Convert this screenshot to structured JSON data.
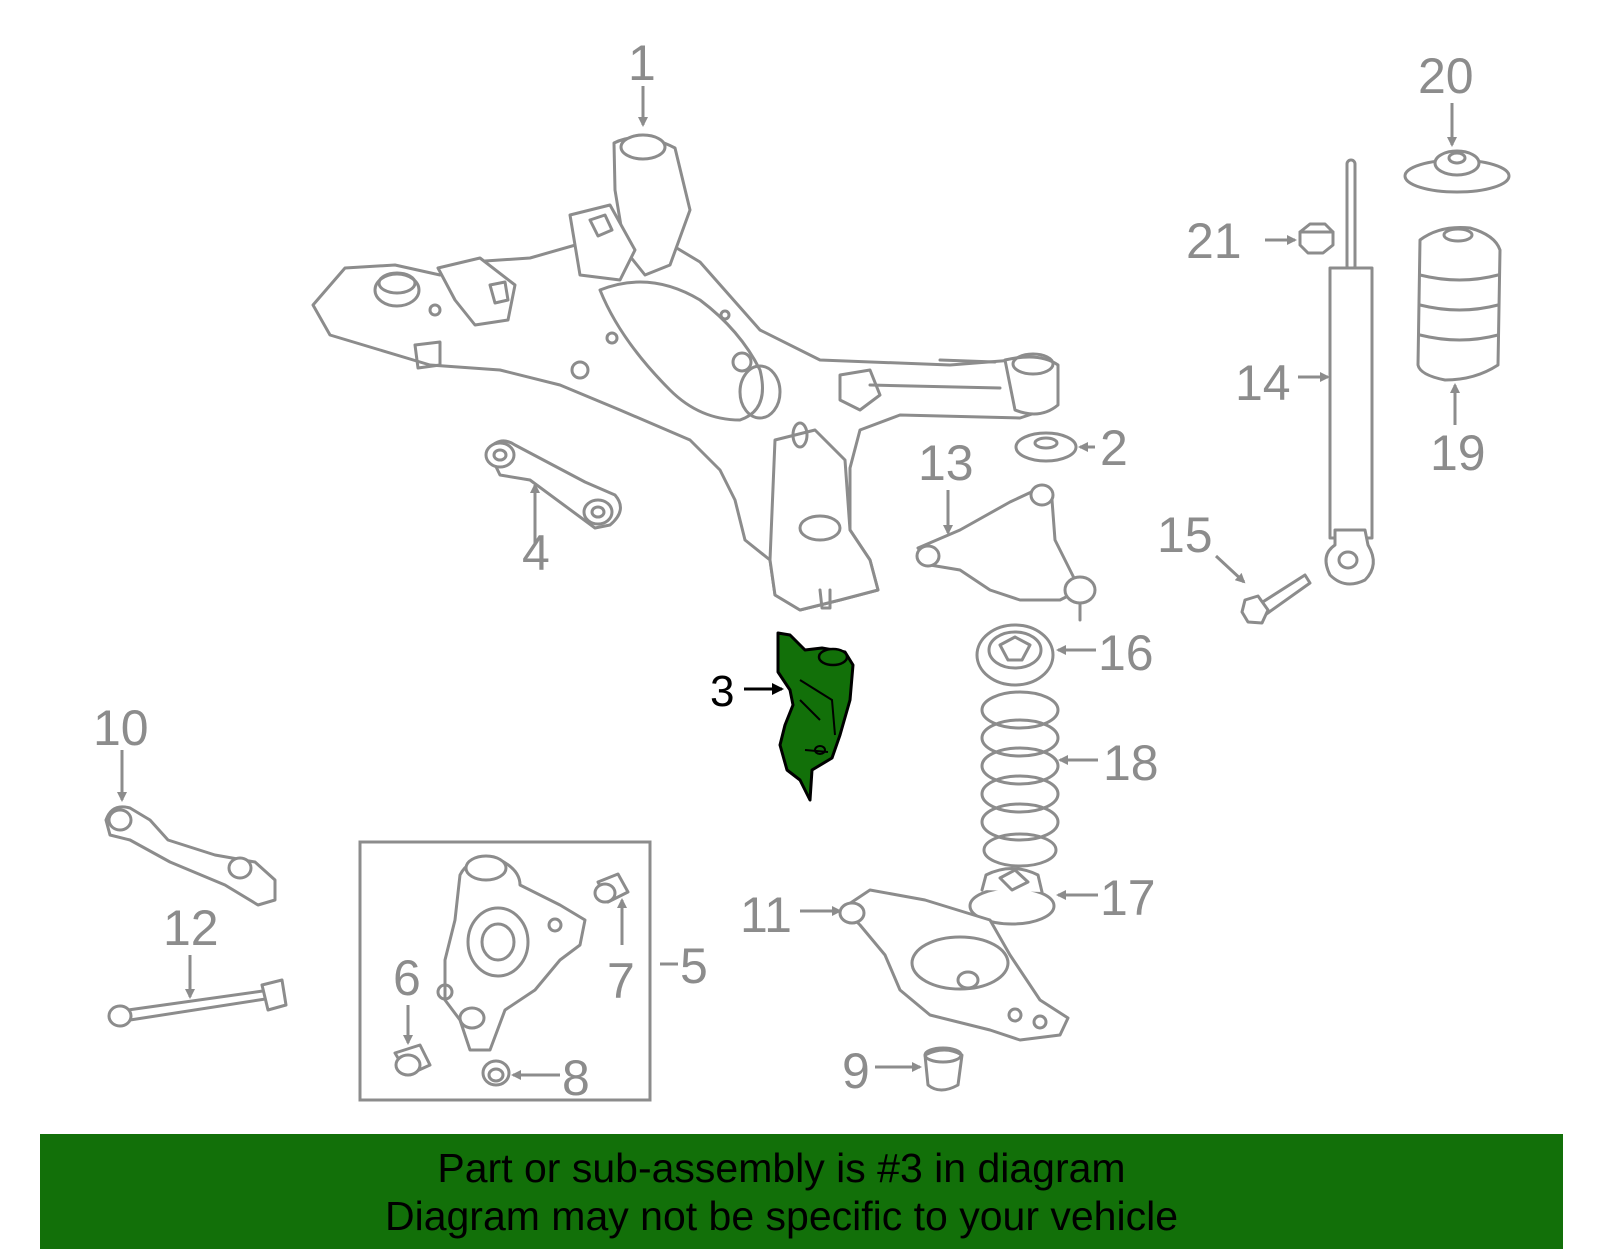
{
  "banner": {
    "line1": "Part or sub-assembly is #3 in diagram",
    "line2": "Diagram may not be specific to your vehicle",
    "background": "#127009"
  },
  "highlight_color": "#127009",
  "callouts": {
    "c1": "1",
    "c2": "2",
    "c3": "3",
    "c4": "4",
    "c5": "5",
    "c6": "6",
    "c7": "7",
    "c8": "8",
    "c9": "9",
    "c10": "10",
    "c11": "11",
    "c12": "12",
    "c13": "13",
    "c14": "14",
    "c15": "15",
    "c16": "16",
    "c17": "17",
    "c18": "18",
    "c19": "19",
    "c20": "20",
    "c21": "21"
  }
}
